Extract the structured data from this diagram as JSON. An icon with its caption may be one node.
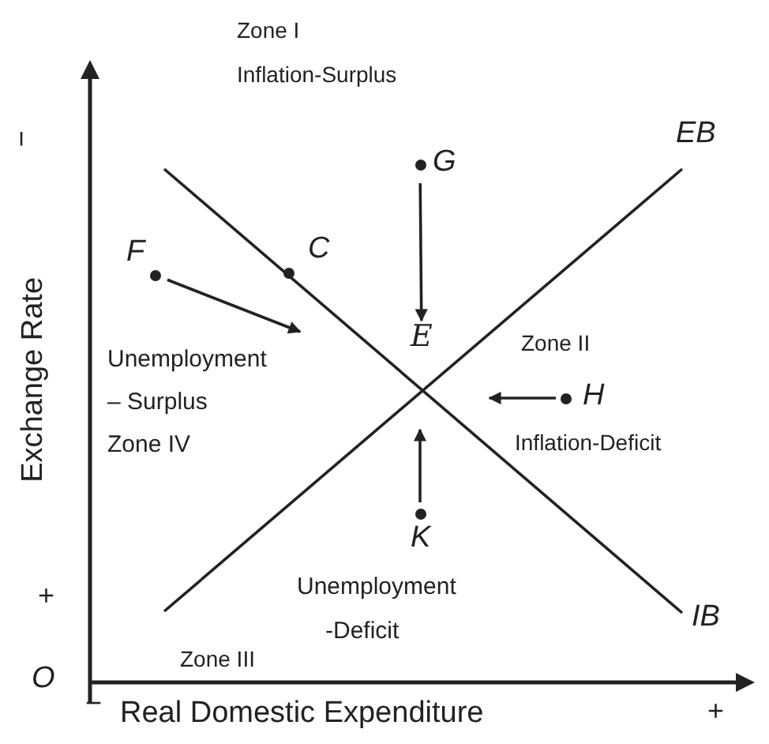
{
  "diagram": {
    "nodes": [
      {
        "text": [
          "F"
        ]
      },
      {
        "text": [
          "G"
        ]
      },
      {
        "text": [
          "E"
        ]
      },
      {
        "text": [
          "H"
        ]
      },
      {
        "text": [
          "K"
        ]
      }
    ],
    "edges": [
      {
        "from": 1,
        "to": 2,
        "arrow": "to"
      },
      {
        "from": 0,
        "to": null,
        "arrow": "to"
      },
      {
        "from": 3,
        "to": null,
        "arrow": "to"
      },
      {
        "from": 4,
        "to": null,
        "arrow": "to"
      }
    ],
    "labels": [
      "Zone I",
      "Inflation-Surplus",
      "−",
      "EB",
      "C",
      "Exchange Rate",
      "Unemployment",
      "– Surplus",
      "Zone IV",
      "Zone II",
      "Inflation-Deficit",
      "+",
      "Unemployment",
      "-Deficit",
      "IB",
      "Zone III",
      "O",
      "−",
      "Real Domestic Expenditure",
      "+"
    ]
  }
}
